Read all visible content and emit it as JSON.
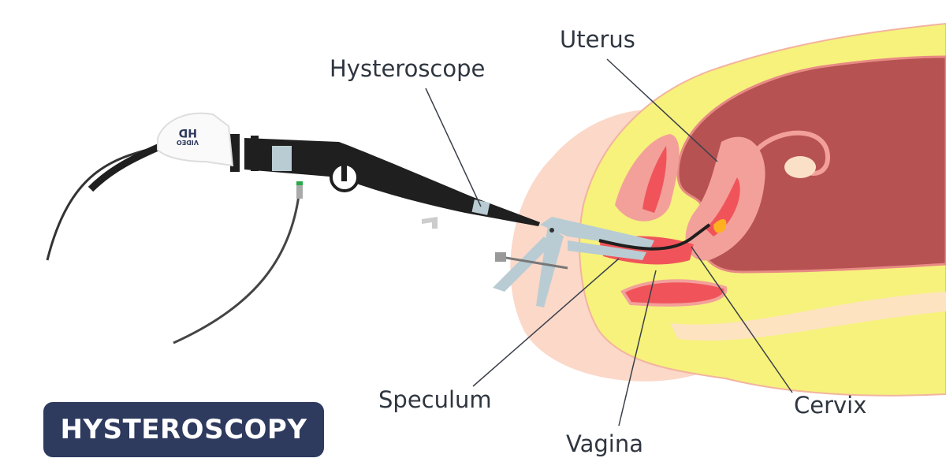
{
  "title": "HYSTEROSCOPY",
  "labels": {
    "uterus": "Uterus",
    "hysteroscope": "Hysteroscope",
    "speculum": "Speculum",
    "vagina": "Vagina",
    "cervix": "Cervix"
  },
  "camera_text": {
    "line1": "HD",
    "line2": "VIDEO"
  },
  "colors": {
    "badge": "#2e3a5e",
    "body_fat": "#f6f27c",
    "cavity": "#b65252",
    "organ": "#f3a09a",
    "skin": "#fbd8c8",
    "instrument": "#1f1f1f",
    "speculum": "#b9ccd3"
  }
}
